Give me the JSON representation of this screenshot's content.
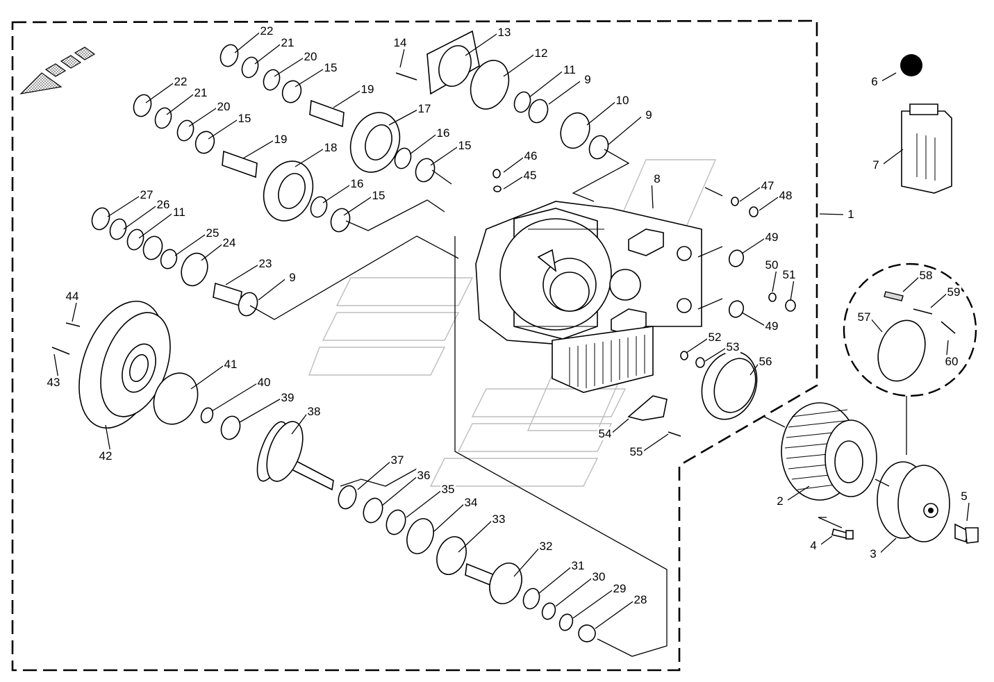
{
  "diagram": {
    "callouts": [
      "1",
      "2",
      "3",
      "4",
      "5",
      "6",
      "7",
      "8",
      "9",
      "9",
      "9",
      "10",
      "11",
      "11",
      "12",
      "13",
      "14",
      "15",
      "15",
      "15",
      "15",
      "16",
      "16",
      "17",
      "18",
      "19",
      "19",
      "20",
      "20",
      "21",
      "21",
      "22",
      "22",
      "23",
      "24",
      "25",
      "26",
      "27",
      "28",
      "29",
      "30",
      "31",
      "32",
      "33",
      "34",
      "35",
      "36",
      "37",
      "38",
      "39",
      "40",
      "41",
      "42",
      "43",
      "44",
      "45",
      "46",
      "47",
      "48",
      "49",
      "49",
      "50",
      "51",
      "52",
      "53",
      "54",
      "55",
      "56",
      "57",
      "58",
      "59",
      "60"
    ]
  }
}
